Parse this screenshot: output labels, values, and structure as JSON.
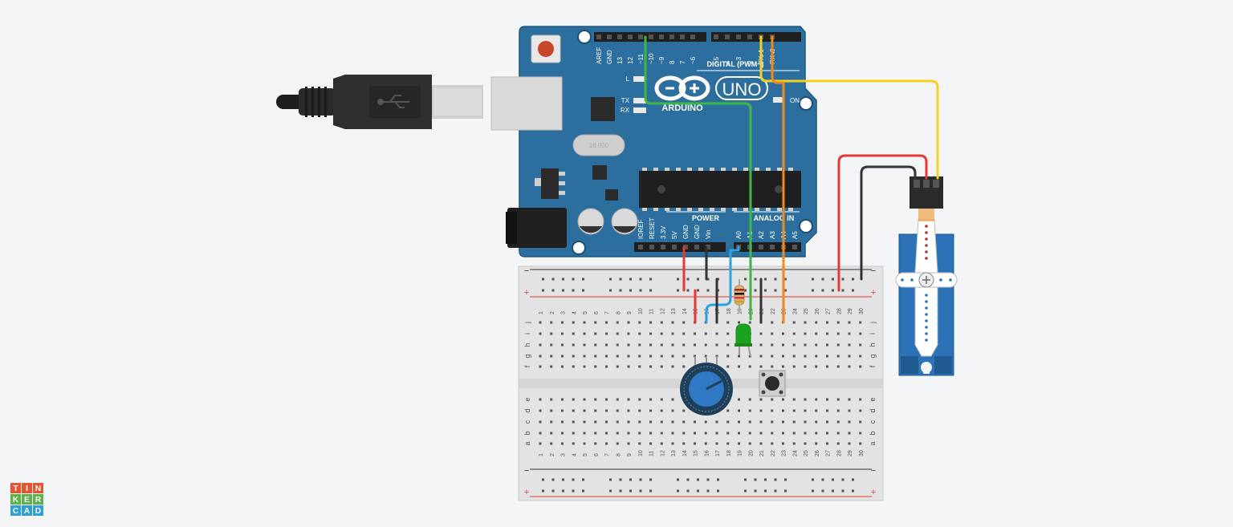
{
  "logo": {
    "cells": [
      "T",
      "I",
      "N",
      "K",
      "E",
      "R",
      "C",
      "A",
      "D"
    ],
    "colors": [
      "#e8542f",
      "#e8542f",
      "#e8542f",
      "#5cb34a",
      "#5cb34a",
      "#5cb34a",
      "#2e9fd7",
      "#2e9fd7",
      "#2e9fd7"
    ]
  },
  "arduino": {
    "logo_text": "ARDUINO",
    "model": "UNO",
    "digital_label": "DIGITAL (PWM~)",
    "power_label": "POWER",
    "analog_label": "ANALOG IN",
    "on_label": "ON",
    "led_labels": [
      "L",
      "TX",
      "RX"
    ],
    "crystal_label": "16.000",
    "top_pins": [
      "AREF",
      "GND",
      "13",
      "12",
      "~11",
      "~10",
      "~9",
      "8",
      "7",
      "~6",
      "~5",
      "4",
      "~3",
      "2",
      "TX▸1",
      "RX◂0"
    ],
    "bottom_pins": [
      "IOREF",
      "RESET",
      "3.3V",
      "5V",
      "GND",
      "GND",
      "Vin",
      "A0",
      "A1",
      "A2",
      "A3",
      "A4",
      "A5"
    ]
  },
  "breadboard": {
    "columns": [
      "1",
      "2",
      "3",
      "4",
      "5",
      "6",
      "7",
      "8",
      "9",
      "10",
      "11",
      "12",
      "13",
      "14",
      "15",
      "16",
      "17",
      "18",
      "19",
      "20",
      "21",
      "22",
      "23",
      "24",
      "25",
      "26",
      "27",
      "28",
      "29",
      "30"
    ],
    "rows_top": [
      "j",
      "i",
      "h",
      "g",
      "f"
    ],
    "rows_bottom": [
      "e",
      "d",
      "c",
      "b",
      "a"
    ],
    "rail_minus": "−",
    "rail_plus": "+"
  },
  "colors": {
    "board": "#2c6f9e",
    "red": "#e53935",
    "black": "#333333",
    "yellow": "#f5d21f",
    "orange": "#f08a1c",
    "green": "#3db843",
    "blue": "#2aa3e0",
    "background": "#f3f5f7"
  }
}
